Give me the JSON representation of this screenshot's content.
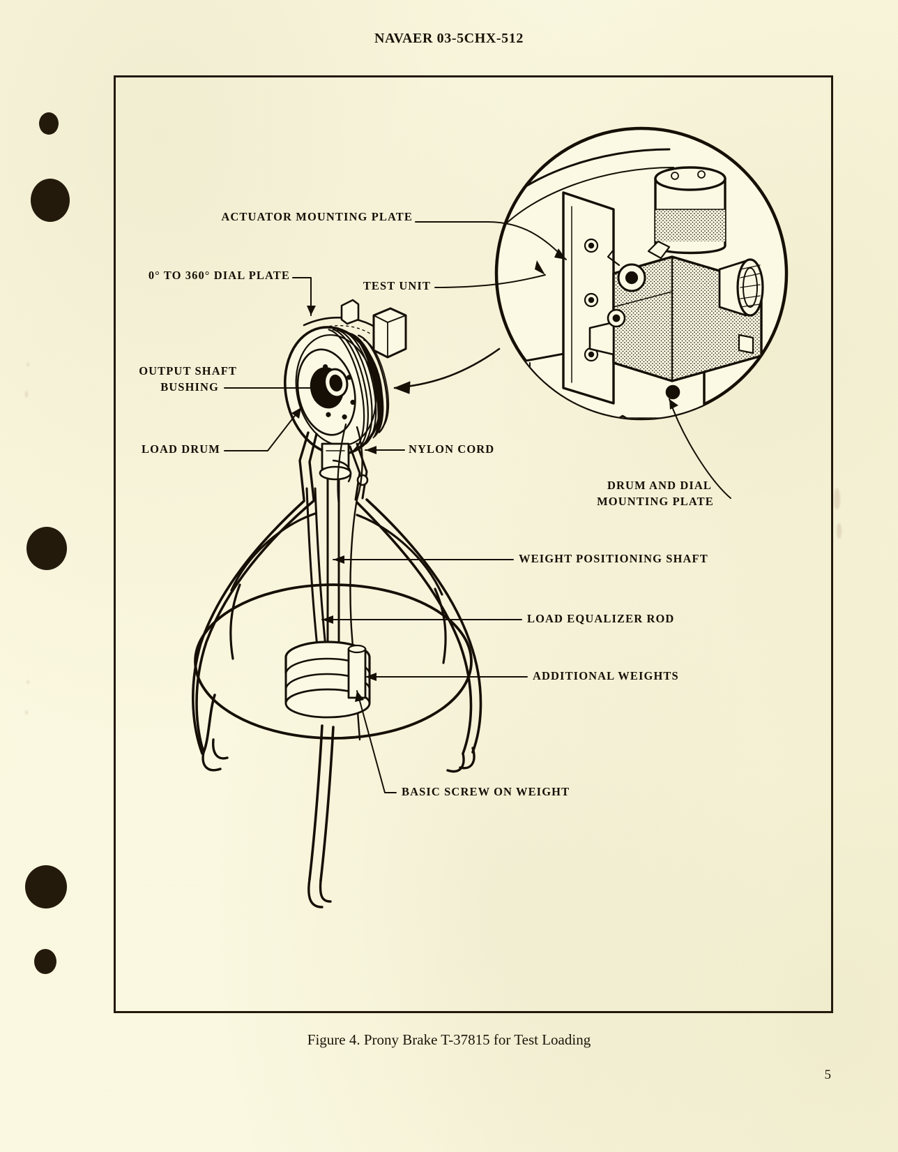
{
  "document": {
    "header": "NAVAER 03-5CHX-512",
    "page_number": "5",
    "caption": "Figure 4.  Prony Brake T-37815 for Test Loading"
  },
  "figure": {
    "callouts": [
      {
        "id": "actuator-mounting-plate",
        "text": "ACTUATOR MOUNTING PLATE"
      },
      {
        "id": "dial-plate",
        "text": "0° TO 360° DIAL PLATE"
      },
      {
        "id": "test-unit",
        "text": "TEST UNIT"
      },
      {
        "id": "output-shaft-bushing-line1",
        "text": "OUTPUT SHAFT"
      },
      {
        "id": "output-shaft-bushing-line2",
        "text": "BUSHING"
      },
      {
        "id": "load-drum",
        "text": "LOAD DRUM"
      },
      {
        "id": "nylon-cord",
        "text": "NYLON CORD"
      },
      {
        "id": "drum-and-dial-line1",
        "text": "DRUM AND DIAL"
      },
      {
        "id": "drum-and-dial-line2",
        "text": "MOUNTING PLATE"
      },
      {
        "id": "weight-positioning-shaft",
        "text": "WEIGHT POSITIONING SHAFT"
      },
      {
        "id": "load-equalizer-rod",
        "text": "LOAD EQUALIZER ROD"
      },
      {
        "id": "additional-weights",
        "text": "ADDITIONAL WEIGHTS"
      },
      {
        "id": "basic-screw-on-weight",
        "text": "BASIC SCREW ON WEIGHT"
      }
    ]
  },
  "colors": {
    "paper": "#fbf9e4",
    "ink": "#150f06",
    "frame": "#23190c",
    "shade": "#6d6a58"
  }
}
